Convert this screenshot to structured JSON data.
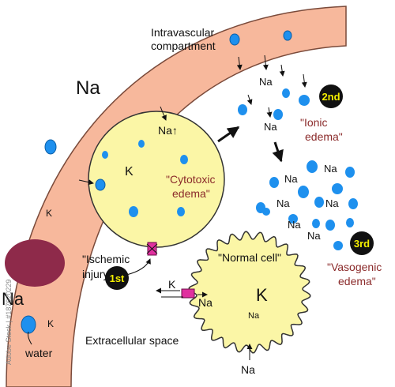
{
  "colors": {
    "vessel_fill": "#f7b89c",
    "vessel_stroke": "#7a4a3a",
    "cell_fill": "#fbf6a6",
    "cell_stroke": "#333333",
    "water_drop": "#1e90ee",
    "rbc": "#8e2a4a",
    "channel": "#e0309f",
    "badge_bg": "#111111",
    "badge_text": "#f4ee00",
    "edema_text": "#8b2b2b"
  },
  "labels": {
    "vessel_na": "Na",
    "vessel_k": "K",
    "vessel_na_lower": "Na",
    "vessel_k_lower": "K",
    "water": "water",
    "intravascular_line1": "Intravascular",
    "intravascular_line2": "compartment",
    "cytotoxic_na": "Na↑",
    "cytotoxic_k": "K",
    "cytotoxic_edema_line1": "\"Cytotoxic",
    "cytotoxic_edema_line2": "edema\"",
    "ischemic_line1": "\"Ischemic",
    "ischemic_line2": "injury\"",
    "normal_cell": "\"Normal cell\"",
    "normal_k": "K",
    "normal_na_inside": "Na",
    "normal_na_channel": "Na",
    "normal_k_channel": "K",
    "normal_na_bottom": "Na",
    "extracellular": "Extracellular space",
    "ionic_line1": "\"Ionic",
    "ionic_line2": "edema\"",
    "vasogenic_line1": "\"Vasogenic",
    "vasogenic_line2": "edema\"",
    "ionic_na": [
      "Na",
      "Na"
    ],
    "vasogenic_na": [
      "Na",
      "Na",
      "Na",
      "Na",
      "Na",
      "Na"
    ]
  },
  "badges": [
    "1st",
    "2nd",
    "3rd"
  ]
}
